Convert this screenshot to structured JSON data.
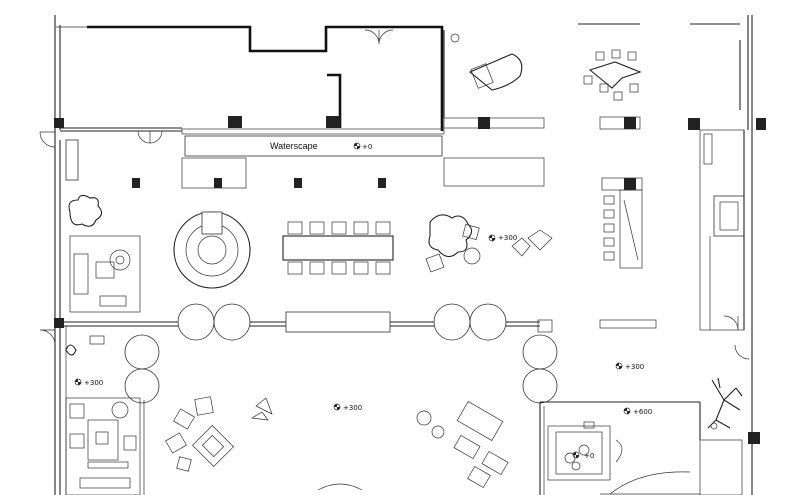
{
  "plan": {
    "water_feature_label": "Waterscape",
    "levels": {
      "waterscape": "+0",
      "lounge": "+300",
      "left_seating": "+300",
      "central_lounge": "+300",
      "right_corridor": "+300",
      "tea_room": "+600",
      "tea_table": "+0"
    },
    "icons": {
      "level_marker": "level-marker-icon",
      "piano": "grand-piano-icon",
      "tree": "tree-icon"
    },
    "colors": {
      "line": "#222222",
      "background": "#ffffff"
    }
  }
}
